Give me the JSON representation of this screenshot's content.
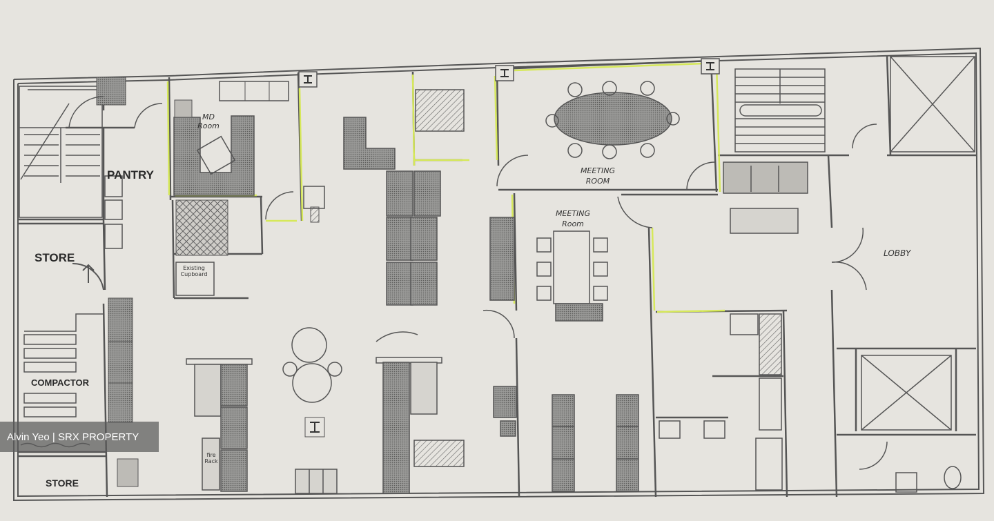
{
  "labels": {
    "pantry": "PANTRY",
    "store_top": "STORE",
    "compactor": "COMPACTOR",
    "store_bottom": "STORE",
    "md_room": "MD Room",
    "meeting_room_top": "MEETING ROOM",
    "meeting_room_mid": "MEETING Room",
    "lobby": "LOBBY",
    "fire_rack": "fire Rack",
    "existing_cupboard": "Existing Cupboard",
    "watermark": "Alvin Yeo | SRX PROPERTY"
  },
  "colors": {
    "paper": "#e6e4df",
    "line": "#555555",
    "highlight": "#d6e85a",
    "furniture_fill": "#8a8a88"
  }
}
